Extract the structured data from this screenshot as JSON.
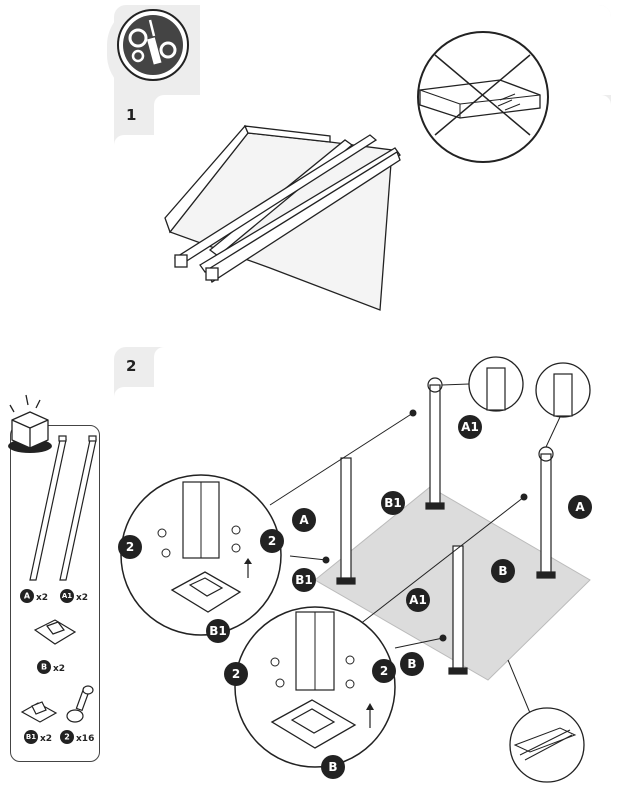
{
  "steps": [
    {
      "number": "1"
    },
    {
      "number": "2"
    }
  ],
  "labels": {
    "A": "A",
    "A1": "A1",
    "B": "B",
    "B1": "B1",
    "screw": "2"
  },
  "parts": [
    {
      "badge": "A",
      "qty": "x2"
    },
    {
      "badge": "A1",
      "qty": "x2"
    },
    {
      "badge": "B",
      "qty": "x2"
    },
    {
      "badge": "B1",
      "qty": "x2"
    },
    {
      "badge": "2",
      "qty": "x16"
    }
  ],
  "icons": [
    "tools-icon",
    "no-cutter-icon",
    "parts-box-icon"
  ],
  "colors": {
    "panel": "#ededed",
    "badge": "#222222",
    "floor": "#dcdcdc"
  }
}
